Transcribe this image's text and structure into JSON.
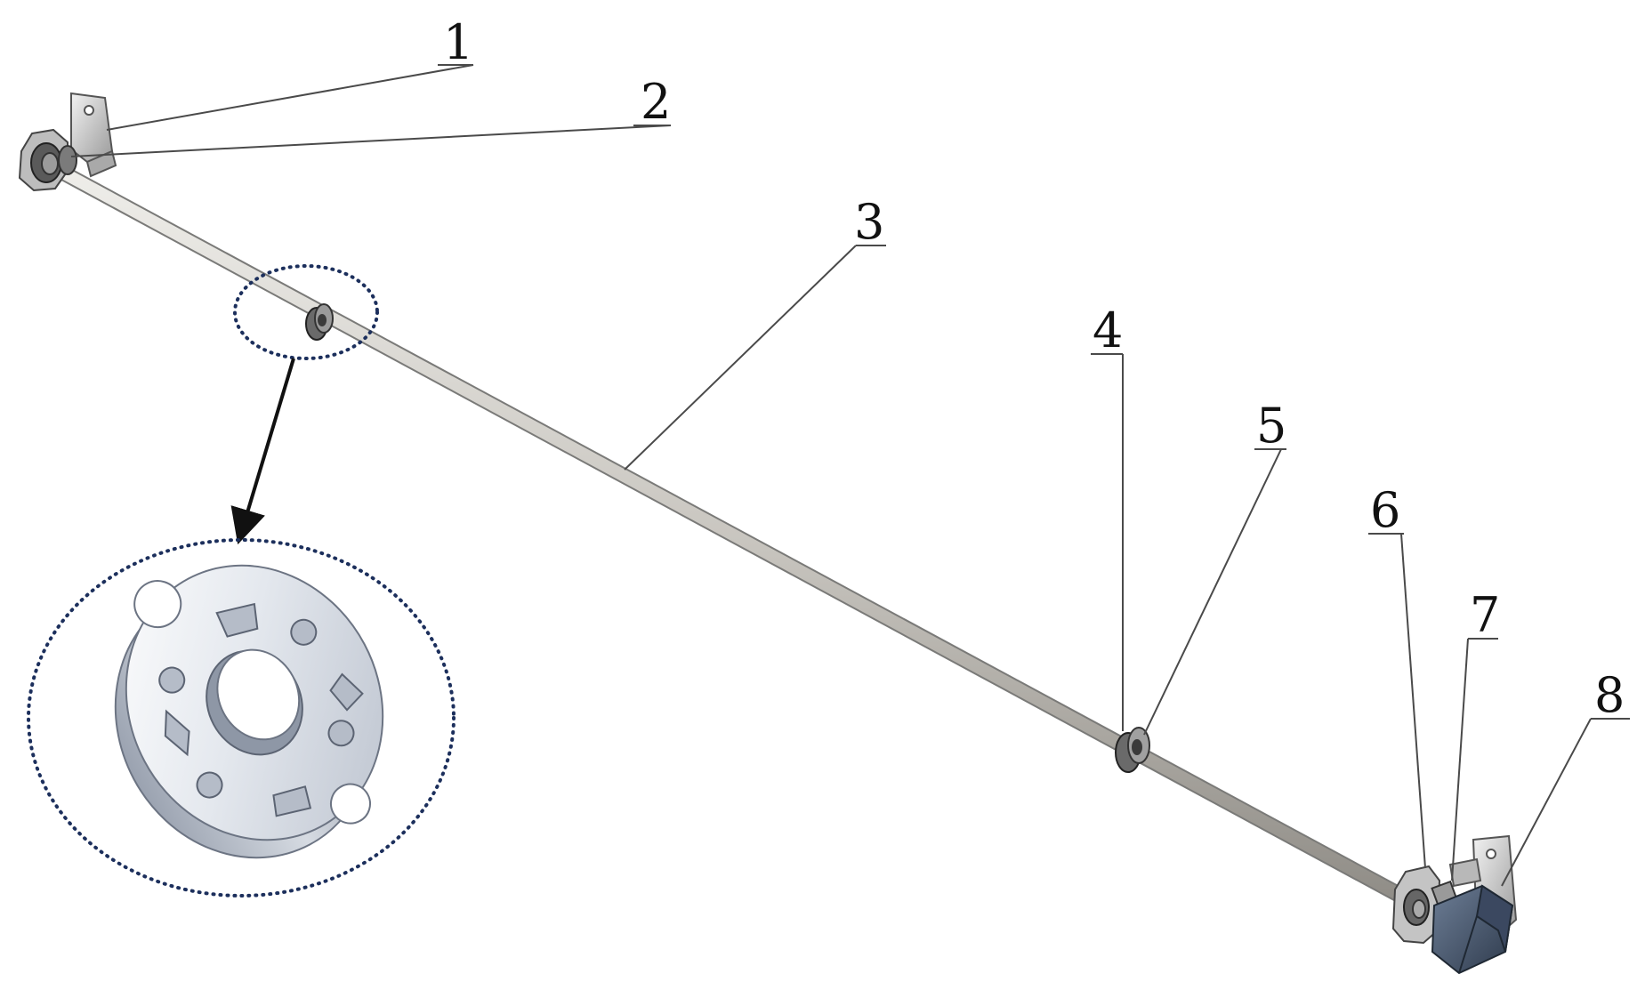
{
  "figure": {
    "callouts": [
      {
        "id": "1",
        "label": "1"
      },
      {
        "id": "2",
        "label": "2"
      },
      {
        "id": "3",
        "label": "3"
      },
      {
        "id": "4",
        "label": "4"
      },
      {
        "id": "5",
        "label": "5"
      },
      {
        "id": "6",
        "label": "6"
      },
      {
        "id": "7",
        "label": "7"
      },
      {
        "id": "8",
        "label": "8"
      }
    ],
    "colors": {
      "shaft": "#c9c6c0",
      "bracket": "#c8c8c8",
      "motor": "#4a5a70",
      "detail_ring": "#c0c6d2",
      "dotted_outline": "#1c2f5c",
      "leader_line": "#4a4a4a"
    },
    "icons": [
      "mounting-bracket-icon",
      "bearing-seat-icon",
      "shaft-icon",
      "support-ring-icon",
      "motor-icon",
      "detail-magnifier-icon"
    ]
  }
}
